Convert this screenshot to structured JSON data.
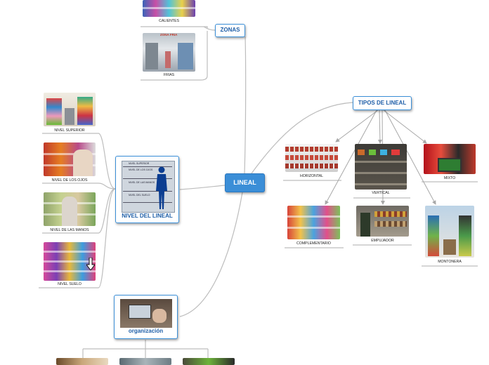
{
  "central": {
    "label": "LINEAL"
  },
  "zonas": {
    "label": "ZONAS",
    "items": [
      {
        "caption": "CALIENTES"
      },
      {
        "caption": "FRIAS",
        "sign": "ZONA FRIA"
      }
    ]
  },
  "nivel": {
    "label": "NIVEL DEL LINEAL",
    "diagram_labels": [
      "NIVEL SUPERIOR",
      "NIVEL DE LOS OJOS",
      "NIVEL DE LAS MANOS",
      "NIVEL DEL SUELO"
    ],
    "items": [
      {
        "caption": "NIVEL SUPERIOR"
      },
      {
        "caption": "NIVEL DE LOS OJOS"
      },
      {
        "caption": "NIVEL DE LAS MANOS"
      },
      {
        "caption": "NIVEL SUELO"
      }
    ]
  },
  "tipos": {
    "label": "TIPOS DE LINEAL",
    "items": [
      {
        "caption": "HORIZONTAL"
      },
      {
        "caption": "VERTICAL"
      },
      {
        "caption": "MIXTO"
      },
      {
        "caption": "COMPLEMENTARIO"
      },
      {
        "caption": "EMPUJADOR"
      },
      {
        "caption": "MONTONERA"
      }
    ]
  },
  "organizacion": {
    "label": "organización"
  },
  "colors": {
    "accent": "#3b8ed7",
    "border": "#3a8fd8",
    "link": "#b8b8b8"
  }
}
